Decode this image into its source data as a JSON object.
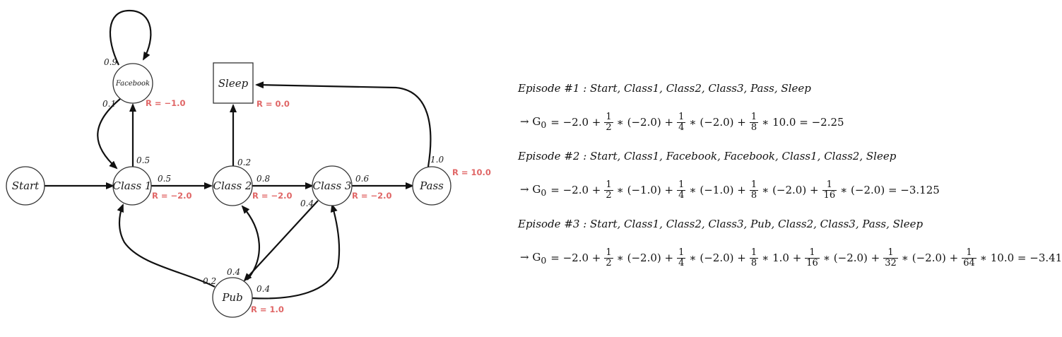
{
  "nodes": {
    "start": {
      "label": "Start",
      "reward": ""
    },
    "facebook": {
      "label": "Facebook",
      "reward": "R = −1.0"
    },
    "sleep": {
      "label": "Sleep",
      "reward": "R = 0.0"
    },
    "class1": {
      "label": "Class 1",
      "reward": "R = −2.0"
    },
    "class2": {
      "label": "Class 2",
      "reward": "R = −2.0"
    },
    "class3": {
      "label": "Class 3",
      "reward": "R = −2.0"
    },
    "pass": {
      "label": "Pass",
      "reward": "R = 10.0"
    },
    "pub": {
      "label": "Pub",
      "reward": "R = 1.0"
    }
  },
  "edges": [
    {
      "from": "Facebook",
      "to": "Facebook",
      "prob": "0.9"
    },
    {
      "from": "Facebook",
      "to": "Class 1",
      "prob": "0.1"
    },
    {
      "from": "Class 1",
      "to": "Facebook",
      "prob": "0.5"
    },
    {
      "from": "Class 1",
      "to": "Class 2",
      "prob": "0.5"
    },
    {
      "from": "Class 2",
      "to": "Sleep",
      "prob": "0.2"
    },
    {
      "from": "Class 2",
      "to": "Class 3",
      "prob": "0.8"
    },
    {
      "from": "Class 3",
      "to": "Pass",
      "prob": "0.6"
    },
    {
      "from": "Class 3",
      "to": "Pub",
      "prob": "0.4"
    },
    {
      "from": "Pass",
      "to": "Sleep",
      "prob": "1.0"
    },
    {
      "from": "Pub",
      "to": "Class 1",
      "prob": "0.2"
    },
    {
      "from": "Pub",
      "to": "Class 2",
      "prob": "0.4"
    },
    {
      "from": "Pub",
      "to": "Class 3",
      "prob": "0.4"
    }
  ],
  "episodes": [
    {
      "title": "Episode #1 : Start, Class1, Class2, Class3, Pass, Sleep",
      "lead": "→ G",
      "sub": "0",
      "terms": [
        {
          "text": "= −2.0 +"
        },
        {
          "num": "1",
          "den": "2"
        },
        {
          "text": "∗ (−2.0) +"
        },
        {
          "num": "1",
          "den": "4"
        },
        {
          "text": "∗ (−2.0) +"
        },
        {
          "num": "1",
          "den": "8"
        },
        {
          "text": "∗ 10.0 = −2.25"
        }
      ]
    },
    {
      "title": "Episode #2 : Start, Class1, Facebook, Facebook, Class1, Class2, Sleep",
      "lead": "→ G",
      "sub": "0",
      "terms": [
        {
          "text": "= −2.0 +"
        },
        {
          "num": "1",
          "den": "2"
        },
        {
          "text": "∗ (−1.0) +"
        },
        {
          "num": "1",
          "den": "4"
        },
        {
          "text": "∗ (−1.0) +"
        },
        {
          "num": "1",
          "den": "8"
        },
        {
          "text": "∗ (−2.0) +"
        },
        {
          "num": "1",
          "den": "16"
        },
        {
          "text": "∗ (−2.0) = −3.125"
        }
      ]
    },
    {
      "title": "Episode #3 : Start, Class1, Class2, Class3, Pub, Class2, Class3, Pass, Sleep",
      "lead": "→ G",
      "sub": "0",
      "terms": [
        {
          "text": "= −2.0 +"
        },
        {
          "num": "1",
          "den": "2"
        },
        {
          "text": "∗ (−2.0) +"
        },
        {
          "num": "1",
          "den": "4"
        },
        {
          "text": "∗ (−2.0) +"
        },
        {
          "num": "1",
          "den": "8"
        },
        {
          "text": "∗ 1.0 +"
        },
        {
          "num": "1",
          "den": "16"
        },
        {
          "text": "∗ (−2.0) +"
        },
        {
          "num": "1",
          "den": "32"
        },
        {
          "text": "∗ (−2.0) +"
        },
        {
          "num": "1",
          "den": "64"
        },
        {
          "text": "∗ 10.0 = −3.41"
        }
      ]
    }
  ]
}
